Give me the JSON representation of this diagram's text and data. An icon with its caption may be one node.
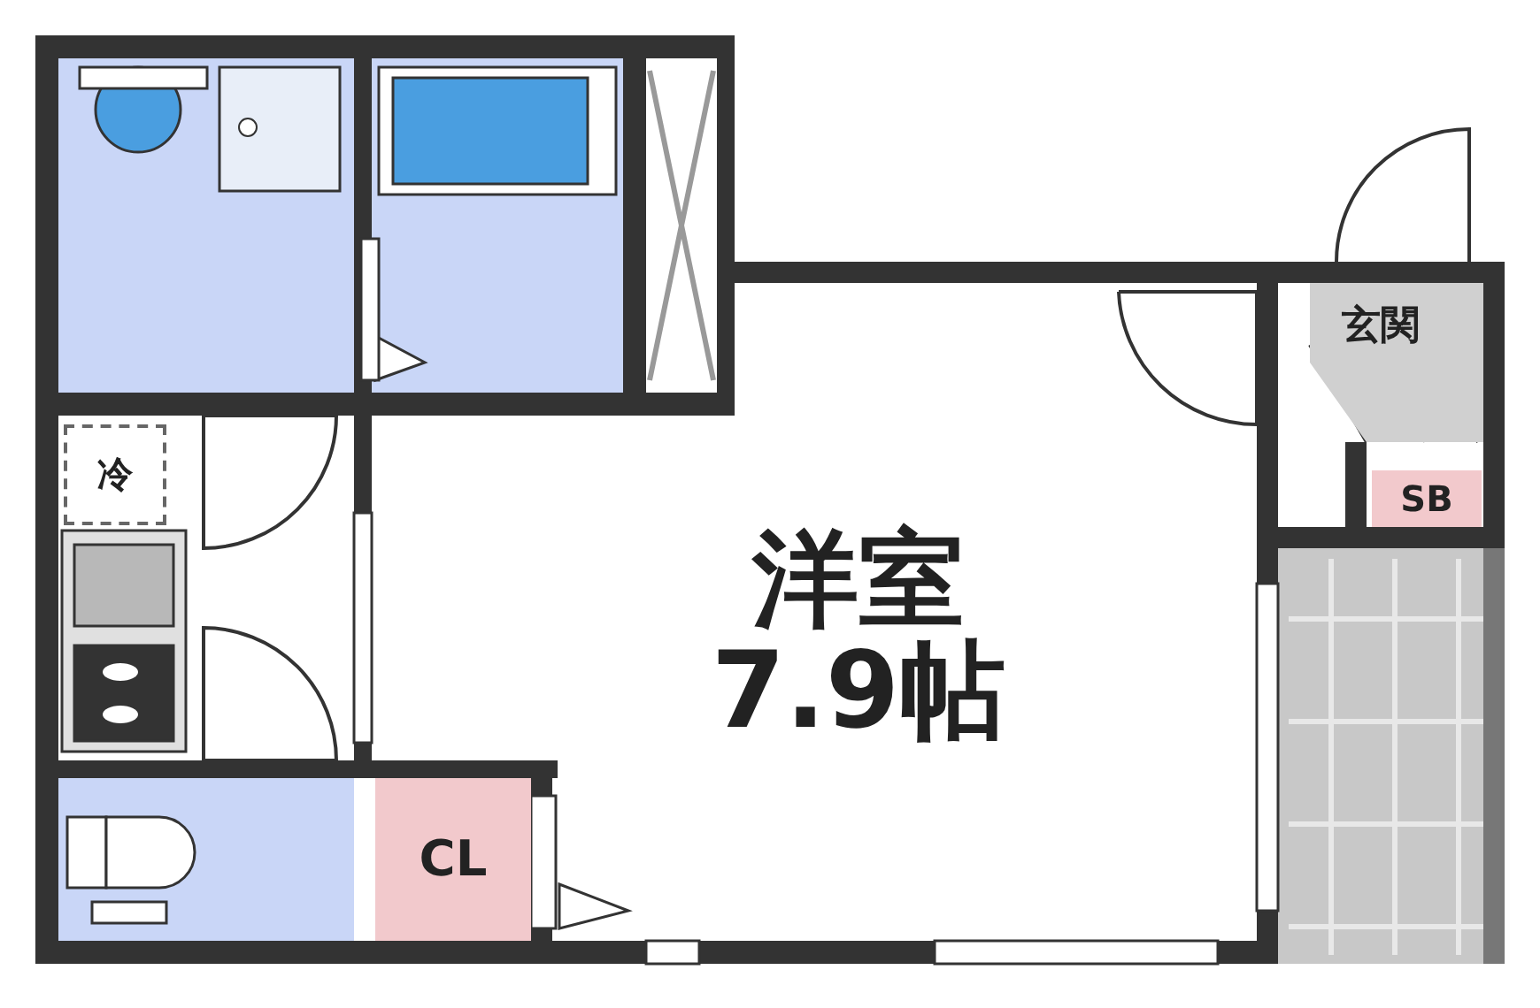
{
  "diagram": {
    "nodes": [
      {
        "text": [
          "洋室",
          "7.9帖"
        ]
      },
      {
        "text": [
          "CL"
        ]
      },
      {
        "text": [
          "玄関"
        ]
      },
      {
        "text": [
          "SB"
        ]
      },
      {
        "text": [
          "冷"
        ]
      }
    ]
  }
}
